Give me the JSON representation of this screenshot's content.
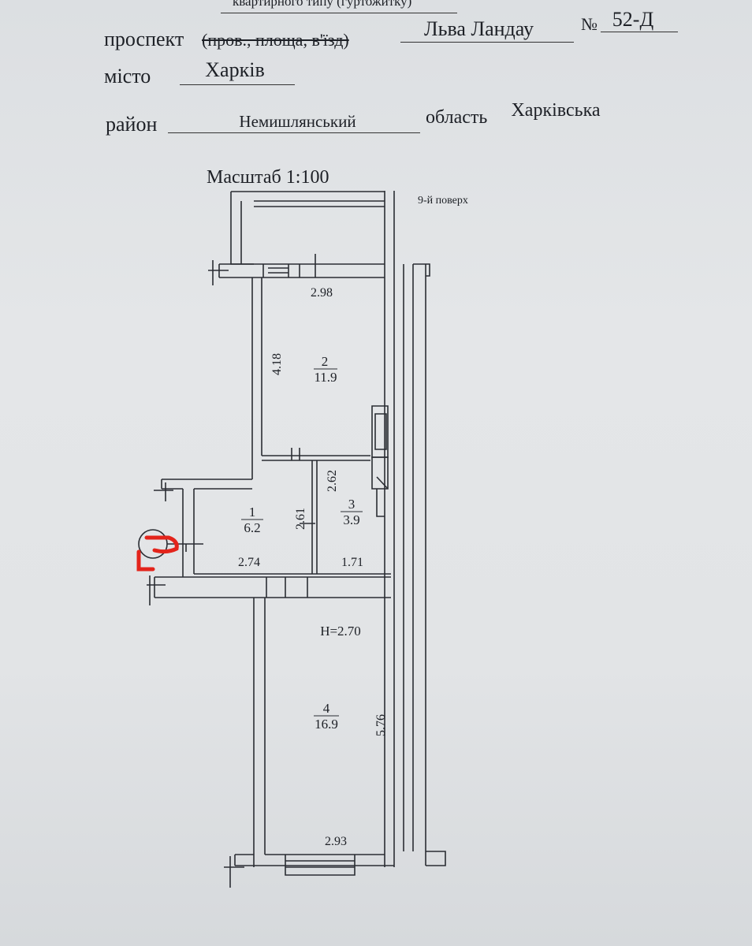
{
  "header": {
    "subtitle": "квартирного типу (гуртожитку)",
    "street_label": "проспект",
    "street_label_alt": "(пров., площа, в'їзд)",
    "street_value": "Льва Ландау",
    "number_label": "№",
    "number_value": "52-Д",
    "city_label": "місто",
    "city_value": "Харків",
    "district_label": "район",
    "district_value": "Немишлянський",
    "region_label": "область",
    "region_value": "Харківська"
  },
  "plan": {
    "scale": "Масштаб 1:100",
    "floor": "9-й поверх",
    "height": "H=2.70",
    "rooms": [
      {
        "number": "2",
        "area": "11.9"
      },
      {
        "number": "1",
        "area": "6.2"
      },
      {
        "number": "3",
        "area": "3.9"
      },
      {
        "number": "4",
        "area": "16.9"
      }
    ],
    "dimensions": [
      "2.98",
      "4.18",
      "2.62",
      "2.61",
      "2.74",
      "1.71",
      "5.76",
      "2.93"
    ]
  }
}
